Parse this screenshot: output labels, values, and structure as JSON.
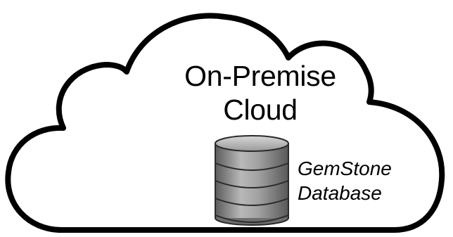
{
  "diagram": {
    "cloud_label": {
      "line1": "On-Premise",
      "line2": "Cloud"
    },
    "database": {
      "icon": "database-icon",
      "label_line1": "GemStone",
      "label_line2": "Database"
    },
    "colors": {
      "outline": "#000000",
      "fill": "#ffffff",
      "db_body": "#8a8a8a"
    }
  }
}
